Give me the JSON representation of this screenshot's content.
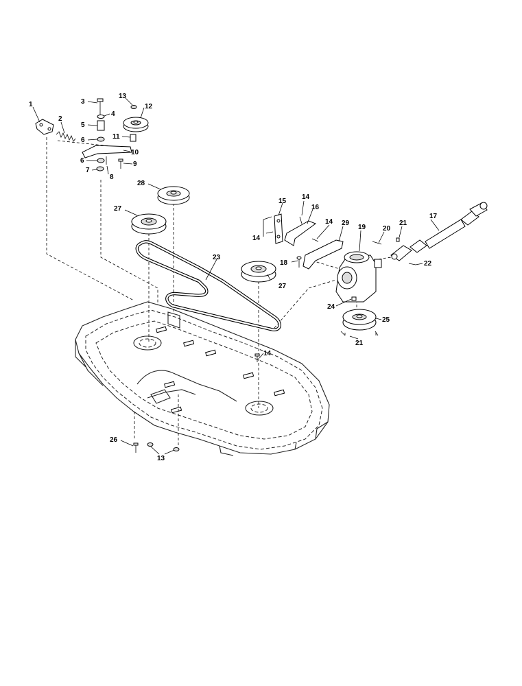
{
  "callouts": [
    {
      "id": "c1",
      "label": "1"
    },
    {
      "id": "c2",
      "label": "2"
    },
    {
      "id": "c3",
      "label": "3"
    },
    {
      "id": "c4",
      "label": "4"
    },
    {
      "id": "c5",
      "label": "5"
    },
    {
      "id": "c6a",
      "label": "6"
    },
    {
      "id": "c6b",
      "label": "6"
    },
    {
      "id": "c7",
      "label": "7"
    },
    {
      "id": "c8",
      "label": "8"
    },
    {
      "id": "c9",
      "label": "9"
    },
    {
      "id": "c10",
      "label": "10"
    },
    {
      "id": "c11",
      "label": "11"
    },
    {
      "id": "c12",
      "label": "12"
    },
    {
      "id": "c13a",
      "label": "13"
    },
    {
      "id": "c13b",
      "label": "13"
    },
    {
      "id": "c14a",
      "label": "14"
    },
    {
      "id": "c14b",
      "label": "14"
    },
    {
      "id": "c14c",
      "label": "14"
    },
    {
      "id": "c14d",
      "label": "14"
    },
    {
      "id": "c15",
      "label": "15"
    },
    {
      "id": "c16",
      "label": "16"
    },
    {
      "id": "c17",
      "label": "17"
    },
    {
      "id": "c18",
      "label": "18"
    },
    {
      "id": "c19",
      "label": "19"
    },
    {
      "id": "c20",
      "label": "20"
    },
    {
      "id": "c21a",
      "label": "21"
    },
    {
      "id": "c21b",
      "label": "21"
    },
    {
      "id": "c22",
      "label": "22"
    },
    {
      "id": "c23",
      "label": "23"
    },
    {
      "id": "c24",
      "label": "24"
    },
    {
      "id": "c25",
      "label": "25"
    },
    {
      "id": "c26",
      "label": "26"
    },
    {
      "id": "c27a",
      "label": "27"
    },
    {
      "id": "c27b",
      "label": "27"
    },
    {
      "id": "c28",
      "label": "28"
    },
    {
      "id": "c29",
      "label": "29"
    }
  ]
}
